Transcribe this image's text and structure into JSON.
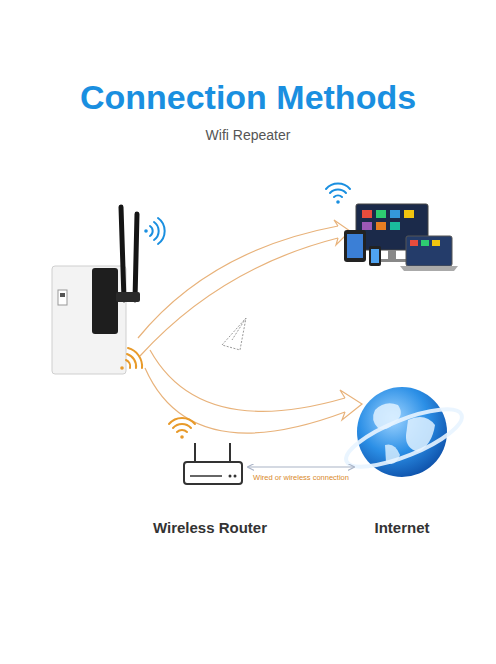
{
  "diagram": {
    "title": "Connection Methods",
    "nodes": [
      {
        "text": [
          "Wireless Router"
        ]
      },
      {
        "text": [
          "Internet"
        ]
      }
    ],
    "edges": [
      {
        "from": 0,
        "to": 1,
        "label": "Wired or wireless connection",
        "arrow": "both"
      }
    ],
    "labels": [
      "Wifi Repeater"
    ]
  }
}
